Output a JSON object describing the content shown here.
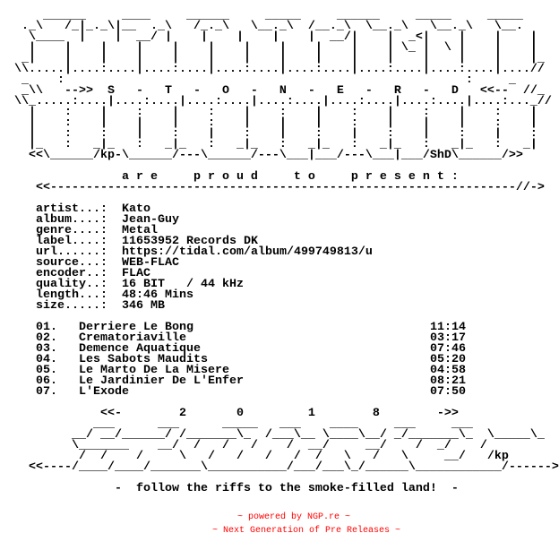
{
  "header_art": [
    "      ______     ____     ______     _____     ______     _____     _____",
    "   ._\\   /_|_._\\|__  ._\\   /_._\\   \\__._\\  /__._\\  \\__._\\   \\__._\\   \\__.",
    "    \\____  |    |  __/ |    |    |    |    |  __/|    |  _<|    |    |    |",
    "    |    |    |    |    |    |    |    |    |    |    | \\_ |  \\ |    |    |",
    "   _|    |    |    |    |    |    |    |    |    |    |    |    |    |    |_",
    "  \\\\.....|....:....|....:....|....:....|....:....|....:....|....:....|....//",
    "   _    :                                                        :     _",
    "   _\\\\   -->>  S   -   T   -   O   -   N   -   E   -   R   -   D   <<--  //_",
    "  \\\\_.....:....|....:....|....:....|....:....|....:....|....:....|....:..._//",
    "    |    :    |    :    |    :    |    :    |    :    |    :    |    :    |",
    "    |    :    |    |    |    :    |    |    |    :    |    |    |    :    |",
    "    |    :    :    |    :    |    :    |    :    |    :    |    :    |    :",
    "    |_   :   _|_   :   _|_   :   _|_   :   _|_   :   _|_   :   _|_   :   _|",
    "    <<\\______/kp-\\______/---\\______/---\\___|___/---\\___|___/ShD\\______/>>"
  ],
  "intro": {
    "text": "                 a r e     p r o u d     t o     p r e s e n t :",
    "line": "     <<-----------------------------------------------------------------//->"
  },
  "info": [
    {
      "label": "artist...:",
      "value": "Kato"
    },
    {
      "label": "album....:",
      "value": "Jean-Guy"
    },
    {
      "label": "genre....:",
      "value": "Metal"
    },
    {
      "label": "label....:",
      "value": "11653952 Records DK"
    },
    {
      "label": "url......:",
      "value": "https://tidal.com/album/499749813/u"
    },
    {
      "label": "source...:",
      "value": "WEB-FLAC"
    },
    {
      "label": "encoder..:",
      "value": "FLAC"
    },
    {
      "label": "quality..:",
      "value": "16 BIT   / 44 kHz"
    },
    {
      "label": "length...:",
      "value": "48:46 Mins"
    },
    {
      "label": "size.....:",
      "value": "346 MB"
    }
  ],
  "tracks": [
    {
      "num": "01.",
      "title": "Derriere Le Bong",
      "time": "11:14"
    },
    {
      "num": "02.",
      "title": "Crematoriaville",
      "time": "03:17"
    },
    {
      "num": "03.",
      "title": "Demence Aquatique",
      "time": "07:46"
    },
    {
      "num": "04.",
      "title": "Les Sabots Maudits",
      "time": "05:20"
    },
    {
      "num": "05.",
      "title": "Le Marto De La Misere",
      "time": "04:58"
    },
    {
      "num": "06.",
      "title": "Le Jardinier De L'Enfer",
      "time": "08:21"
    },
    {
      "num": "07.",
      "title": "L'Exode",
      "time": "07:50"
    }
  ],
  "year_line": "              <<-        2       0         1        8        ->>",
  "footer_art": [
    "             ___      ___      _____   ___    ____     ___     ___",
    "          __/ __/______/ /_______\\_  /___\\__ \\____\\__/ _/_______\\_  \\_____\\_  \\__",
    "          \\_______    __/  /   /   /    /  __/     __/    /  _/    /",
    "           /  /    /     \\   /   /   /   /  /   \\   /   \\     __/   /kp",
    "    <<----/____/____/_______\\___________/___/___\\_/______\\____________/------>>"
  ],
  "tagline": "                -  follow the riffs to the smoke-filled land!  -",
  "credits": {
    "line1": "~ powered by NGP.re ~",
    "line2": "~ Next Generation of Pre Releases ~",
    "color": "#ff0000"
  }
}
